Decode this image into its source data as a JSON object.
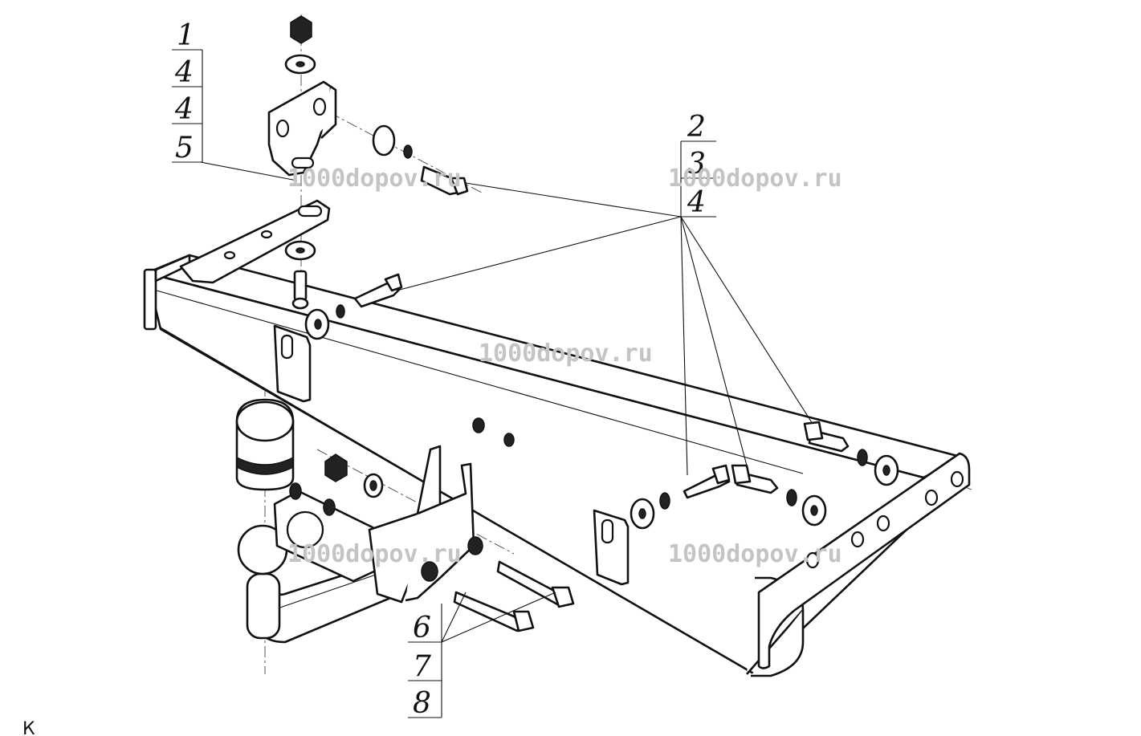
{
  "callouts": {
    "group_top_left": [
      "1",
      "4",
      "4",
      "5"
    ],
    "group_top_right": [
      "2",
      "3",
      "4"
    ],
    "group_bottom": [
      "6",
      "7",
      "8"
    ]
  },
  "watermark": "1000dopov.ru",
  "corner_text": "К"
}
